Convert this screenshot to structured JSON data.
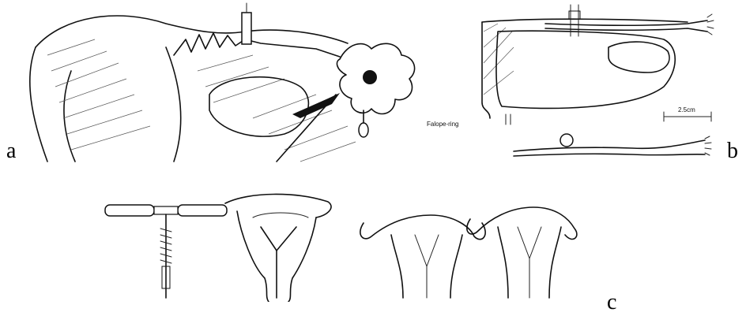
{
  "labels": {
    "a": "a",
    "b": "b",
    "c": "c"
  },
  "panel_b": {
    "device_name": "Falope-ring",
    "scale_text": "2.5cm"
  }
}
